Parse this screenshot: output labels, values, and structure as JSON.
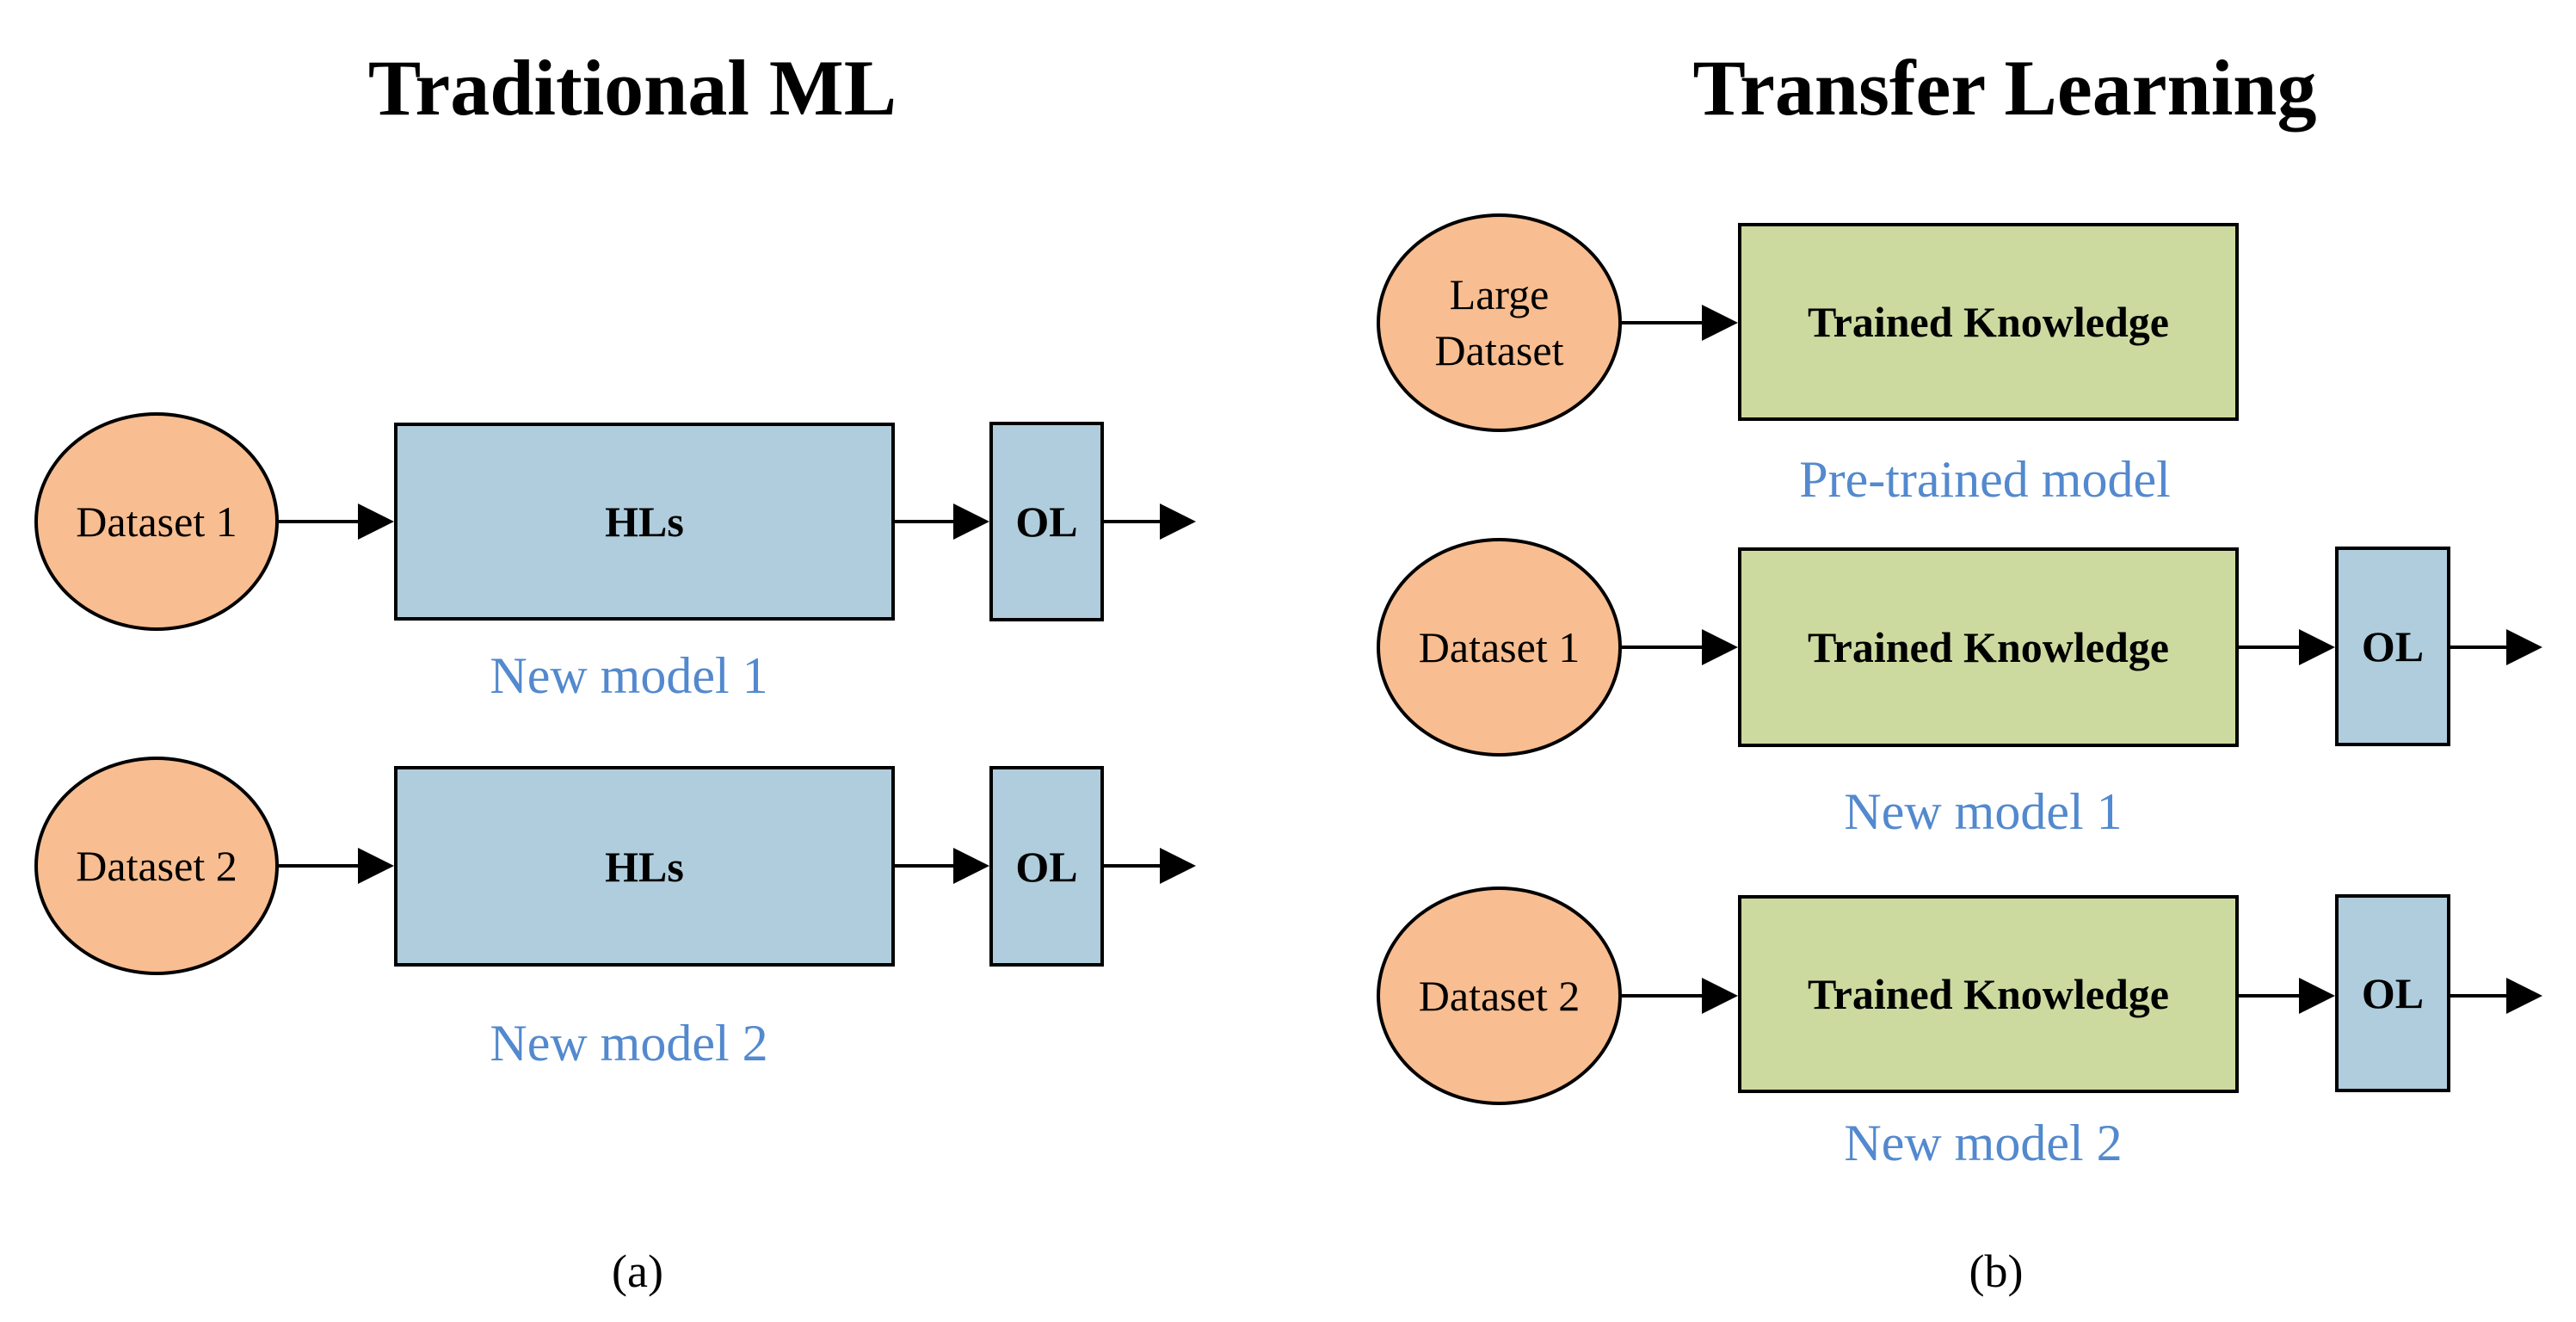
{
  "colors": {
    "dataset_fill": "#F8BD90",
    "layer_fill": "#AFCDDC",
    "knowledge_fill": "#CCDA9F",
    "label_blue": "#5389CE",
    "outline": "#000000",
    "background": "#FFFFFF"
  },
  "left_panel": {
    "title": "Traditional ML",
    "caption": "(a)",
    "rows": [
      {
        "dataset": "Dataset 1",
        "hidden_layers": "HLs",
        "output_layer": "OL",
        "model_label": "New model 1"
      },
      {
        "dataset": "Dataset 2",
        "hidden_layers": "HLs",
        "output_layer": "OL",
        "model_label": "New model 2"
      }
    ]
  },
  "right_panel": {
    "title": "Transfer Learning",
    "caption": "(b)",
    "pretrained": {
      "dataset": "Large Dataset",
      "knowledge": "Trained Knowledge",
      "model_label": "Pre-trained model"
    },
    "rows": [
      {
        "dataset": "Dataset 1",
        "knowledge": "Trained Knowledge",
        "output_layer": "OL",
        "model_label": "New model 1"
      },
      {
        "dataset": "Dataset 2",
        "knowledge": "Trained Knowledge",
        "output_layer": "OL",
        "model_label": "New model 2"
      }
    ]
  }
}
